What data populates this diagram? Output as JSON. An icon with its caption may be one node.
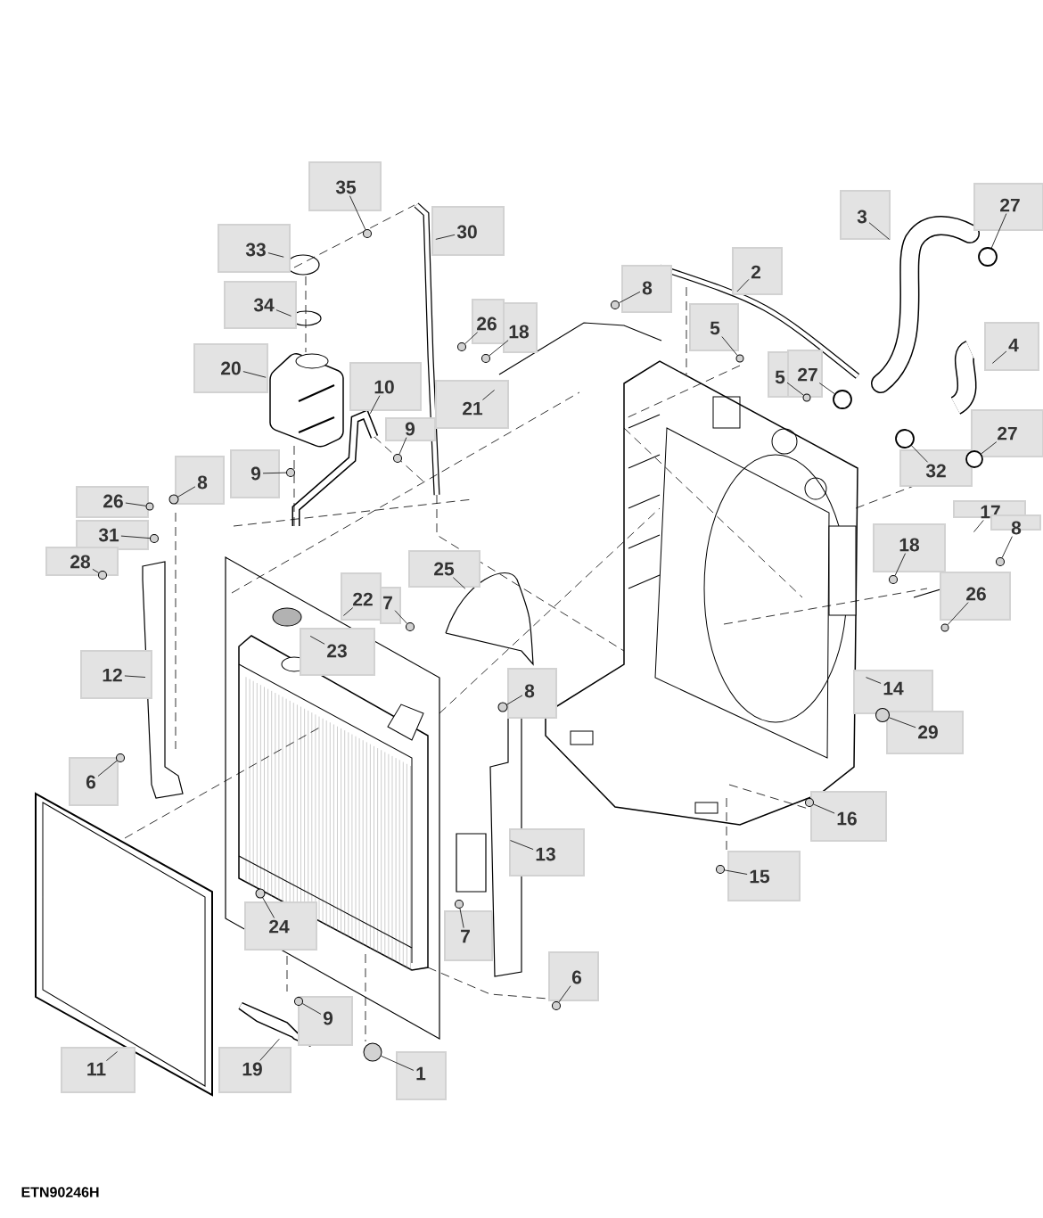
{
  "diagram": {
    "nodes": [
      {
        "text": [
          "35"
        ]
      },
      {
        "text": [
          "30"
        ]
      },
      {
        "text": [
          "27"
        ]
      },
      {
        "text": [
          "3"
        ]
      },
      {
        "text": [
          "33"
        ]
      },
      {
        "text": [
          "2"
        ]
      },
      {
        "text": [
          "8"
        ]
      },
      {
        "text": [
          "34"
        ]
      },
      {
        "text": [
          "26"
        ]
      },
      {
        "text": [
          "18"
        ]
      },
      {
        "text": [
          "5"
        ]
      },
      {
        "text": [
          "4"
        ]
      },
      {
        "text": [
          "20"
        ]
      },
      {
        "text": [
          "5"
        ]
      },
      {
        "text": [
          "27"
        ]
      },
      {
        "text": [
          "10"
        ]
      },
      {
        "text": [
          "21"
        ]
      },
      {
        "text": [
          "9"
        ]
      },
      {
        "text": [
          "27"
        ]
      },
      {
        "text": [
          "32"
        ]
      },
      {
        "text": [
          "9"
        ]
      },
      {
        "text": [
          "8"
        ]
      },
      {
        "text": [
          "26"
        ]
      },
      {
        "text": [
          "17"
        ]
      },
      {
        "text": [
          "8"
        ]
      },
      {
        "text": [
          "31"
        ]
      },
      {
        "text": [
          "28"
        ]
      },
      {
        "text": [
          "18"
        ]
      },
      {
        "text": [
          "25"
        ]
      },
      {
        "text": [
          "22"
        ]
      },
      {
        "text": [
          "7"
        ]
      },
      {
        "text": [
          "26"
        ]
      },
      {
        "text": [
          "23"
        ]
      },
      {
        "text": [
          "12"
        ]
      },
      {
        "text": [
          "8"
        ]
      },
      {
        "text": [
          "14"
        ]
      },
      {
        "text": [
          "29"
        ]
      },
      {
        "text": [
          "6"
        ]
      },
      {
        "text": [
          "16"
        ]
      },
      {
        "text": [
          "13"
        ]
      },
      {
        "text": [
          "15"
        ]
      },
      {
        "text": [
          "24"
        ]
      },
      {
        "text": [
          "7"
        ]
      },
      {
        "text": [
          "6"
        ]
      },
      {
        "text": [
          "9"
        ]
      },
      {
        "text": [
          "11"
        ]
      },
      {
        "text": [
          "19"
        ]
      },
      {
        "text": [
          "1"
        ]
      },
      {
        "text": [],
        "shape": "circle"
      },
      {
        "text": [],
        "shape": "circle"
      },
      {
        "text": [],
        "shape": "circle"
      },
      {
        "text": [],
        "shape": "circle"
      },
      {
        "text": [],
        "shape": "circle"
      },
      {
        "text": [],
        "shape": "circle"
      },
      {
        "text": [],
        "shape": "circle"
      },
      {
        "text": [],
        "shape": "circle"
      },
      {
        "text": [],
        "shape": "circle"
      },
      {
        "text": [],
        "shape": "circle"
      },
      {
        "text": [],
        "shape": "circle"
      },
      {
        "text": [],
        "shape": "circle"
      },
      {
        "text": [],
        "shape": "circle"
      },
      {
        "text": [],
        "shape": "circle"
      },
      {
        "text": [],
        "shape": "circle"
      },
      {
        "text": [],
        "shape": "circle"
      },
      {
        "text": [],
        "shape": "circle"
      },
      {
        "text": [],
        "shape": "circle"
      },
      {
        "text": [],
        "shape": "circle"
      },
      {
        "text": [],
        "shape": "circle"
      },
      {
        "text": [],
        "shape": "circle"
      },
      {
        "text": [],
        "shape": "circle"
      },
      {
        "text": [],
        "shape": "circle"
      },
      {
        "text": [],
        "shape": "circle"
      },
      {
        "text": [],
        "shape": "circle"
      },
      {
        "text": [],
        "shape": "circle"
      },
      {
        "text": [],
        "shape": "circle"
      },
      {
        "text": [],
        "shape": "circle"
      },
      {
        "text": [],
        "shape": "circle"
      },
      {
        "text": [],
        "shape": "circle"
      }
    ],
    "edges": [
      {
        "from": 0,
        "to": 48,
        "arrow": "none"
      },
      {
        "from": 1,
        "to": null,
        "arrow": "none"
      },
      {
        "from": 2,
        "to": 49,
        "arrow": "none"
      },
      {
        "from": 3,
        "to": null,
        "arrow": "none"
      },
      {
        "from": 4,
        "to": null,
        "arrow": "none"
      },
      {
        "from": 5,
        "to": null,
        "arrow": "none"
      },
      {
        "from": 6,
        "to": 50,
        "arrow": "none"
      },
      {
        "from": 7,
        "to": null,
        "arrow": "none"
      },
      {
        "from": 8,
        "to": 51,
        "arrow": "none"
      },
      {
        "from": 9,
        "to": 52,
        "arrow": "none"
      },
      {
        "from": 10,
        "to": 53,
        "arrow": "none"
      },
      {
        "from": 11,
        "to": null,
        "arrow": "none"
      },
      {
        "from": 12,
        "to": null,
        "arrow": "none"
      },
      {
        "from": 13,
        "to": 54,
        "arrow": "none"
      },
      {
        "from": 14,
        "to": 55,
        "arrow": "none"
      },
      {
        "from": 15,
        "to": null,
        "arrow": "none"
      },
      {
        "from": 16,
        "to": null,
        "arrow": "none"
      },
      {
        "from": 17,
        "to": 57,
        "arrow": "none"
      },
      {
        "from": 18,
        "to": 58,
        "arrow": "none"
      },
      {
        "from": 19,
        "to": 56,
        "arrow": "none"
      },
      {
        "from": 20,
        "to": 59,
        "arrow": "none"
      },
      {
        "from": 21,
        "to": 60,
        "arrow": "none"
      },
      {
        "from": 22,
        "to": 61,
        "arrow": "none"
      },
      {
        "from": 23,
        "to": null,
        "arrow": "none"
      },
      {
        "from": 24,
        "to": 63,
        "arrow": "none"
      },
      {
        "from": 25,
        "to": 62,
        "arrow": "none"
      },
      {
        "from": 26,
        "to": 64,
        "arrow": "none"
      },
      {
        "from": 27,
        "to": 65,
        "arrow": "none"
      },
      {
        "from": 28,
        "to": null,
        "arrow": "none"
      },
      {
        "from": 29,
        "to": null,
        "arrow": "none"
      },
      {
        "from": 30,
        "to": 67,
        "arrow": "none"
      },
      {
        "from": 31,
        "to": 66,
        "arrow": "none"
      },
      {
        "from": 32,
        "to": null,
        "arrow": "none"
      },
      {
        "from": 33,
        "to": null,
        "arrow": "none"
      },
      {
        "from": 34,
        "to": 68,
        "arrow": "none"
      },
      {
        "from": 35,
        "to": null,
        "arrow": "none"
      },
      {
        "from": 36,
        "to": 69,
        "arrow": "none"
      },
      {
        "from": 37,
        "to": 70,
        "arrow": "none"
      },
      {
        "from": 38,
        "to": 71,
        "arrow": "none"
      },
      {
        "from": 39,
        "to": null,
        "arrow": "none"
      },
      {
        "from": 40,
        "to": 72,
        "arrow": "none"
      },
      {
        "from": 41,
        "to": 74,
        "arrow": "none"
      },
      {
        "from": 42,
        "to": 73,
        "arrow": "none"
      },
      {
        "from": 43,
        "to": 75,
        "arrow": "none"
      },
      {
        "from": 44,
        "to": 76,
        "arrow": "none"
      },
      {
        "from": 45,
        "to": null,
        "arrow": "none"
      },
      {
        "from": 46,
        "to": null,
        "arrow": "none"
      },
      {
        "from": 47,
        "to": 77,
        "arrow": "none"
      }
    ],
    "labels": [
      "ETN90246H"
    ]
  }
}
